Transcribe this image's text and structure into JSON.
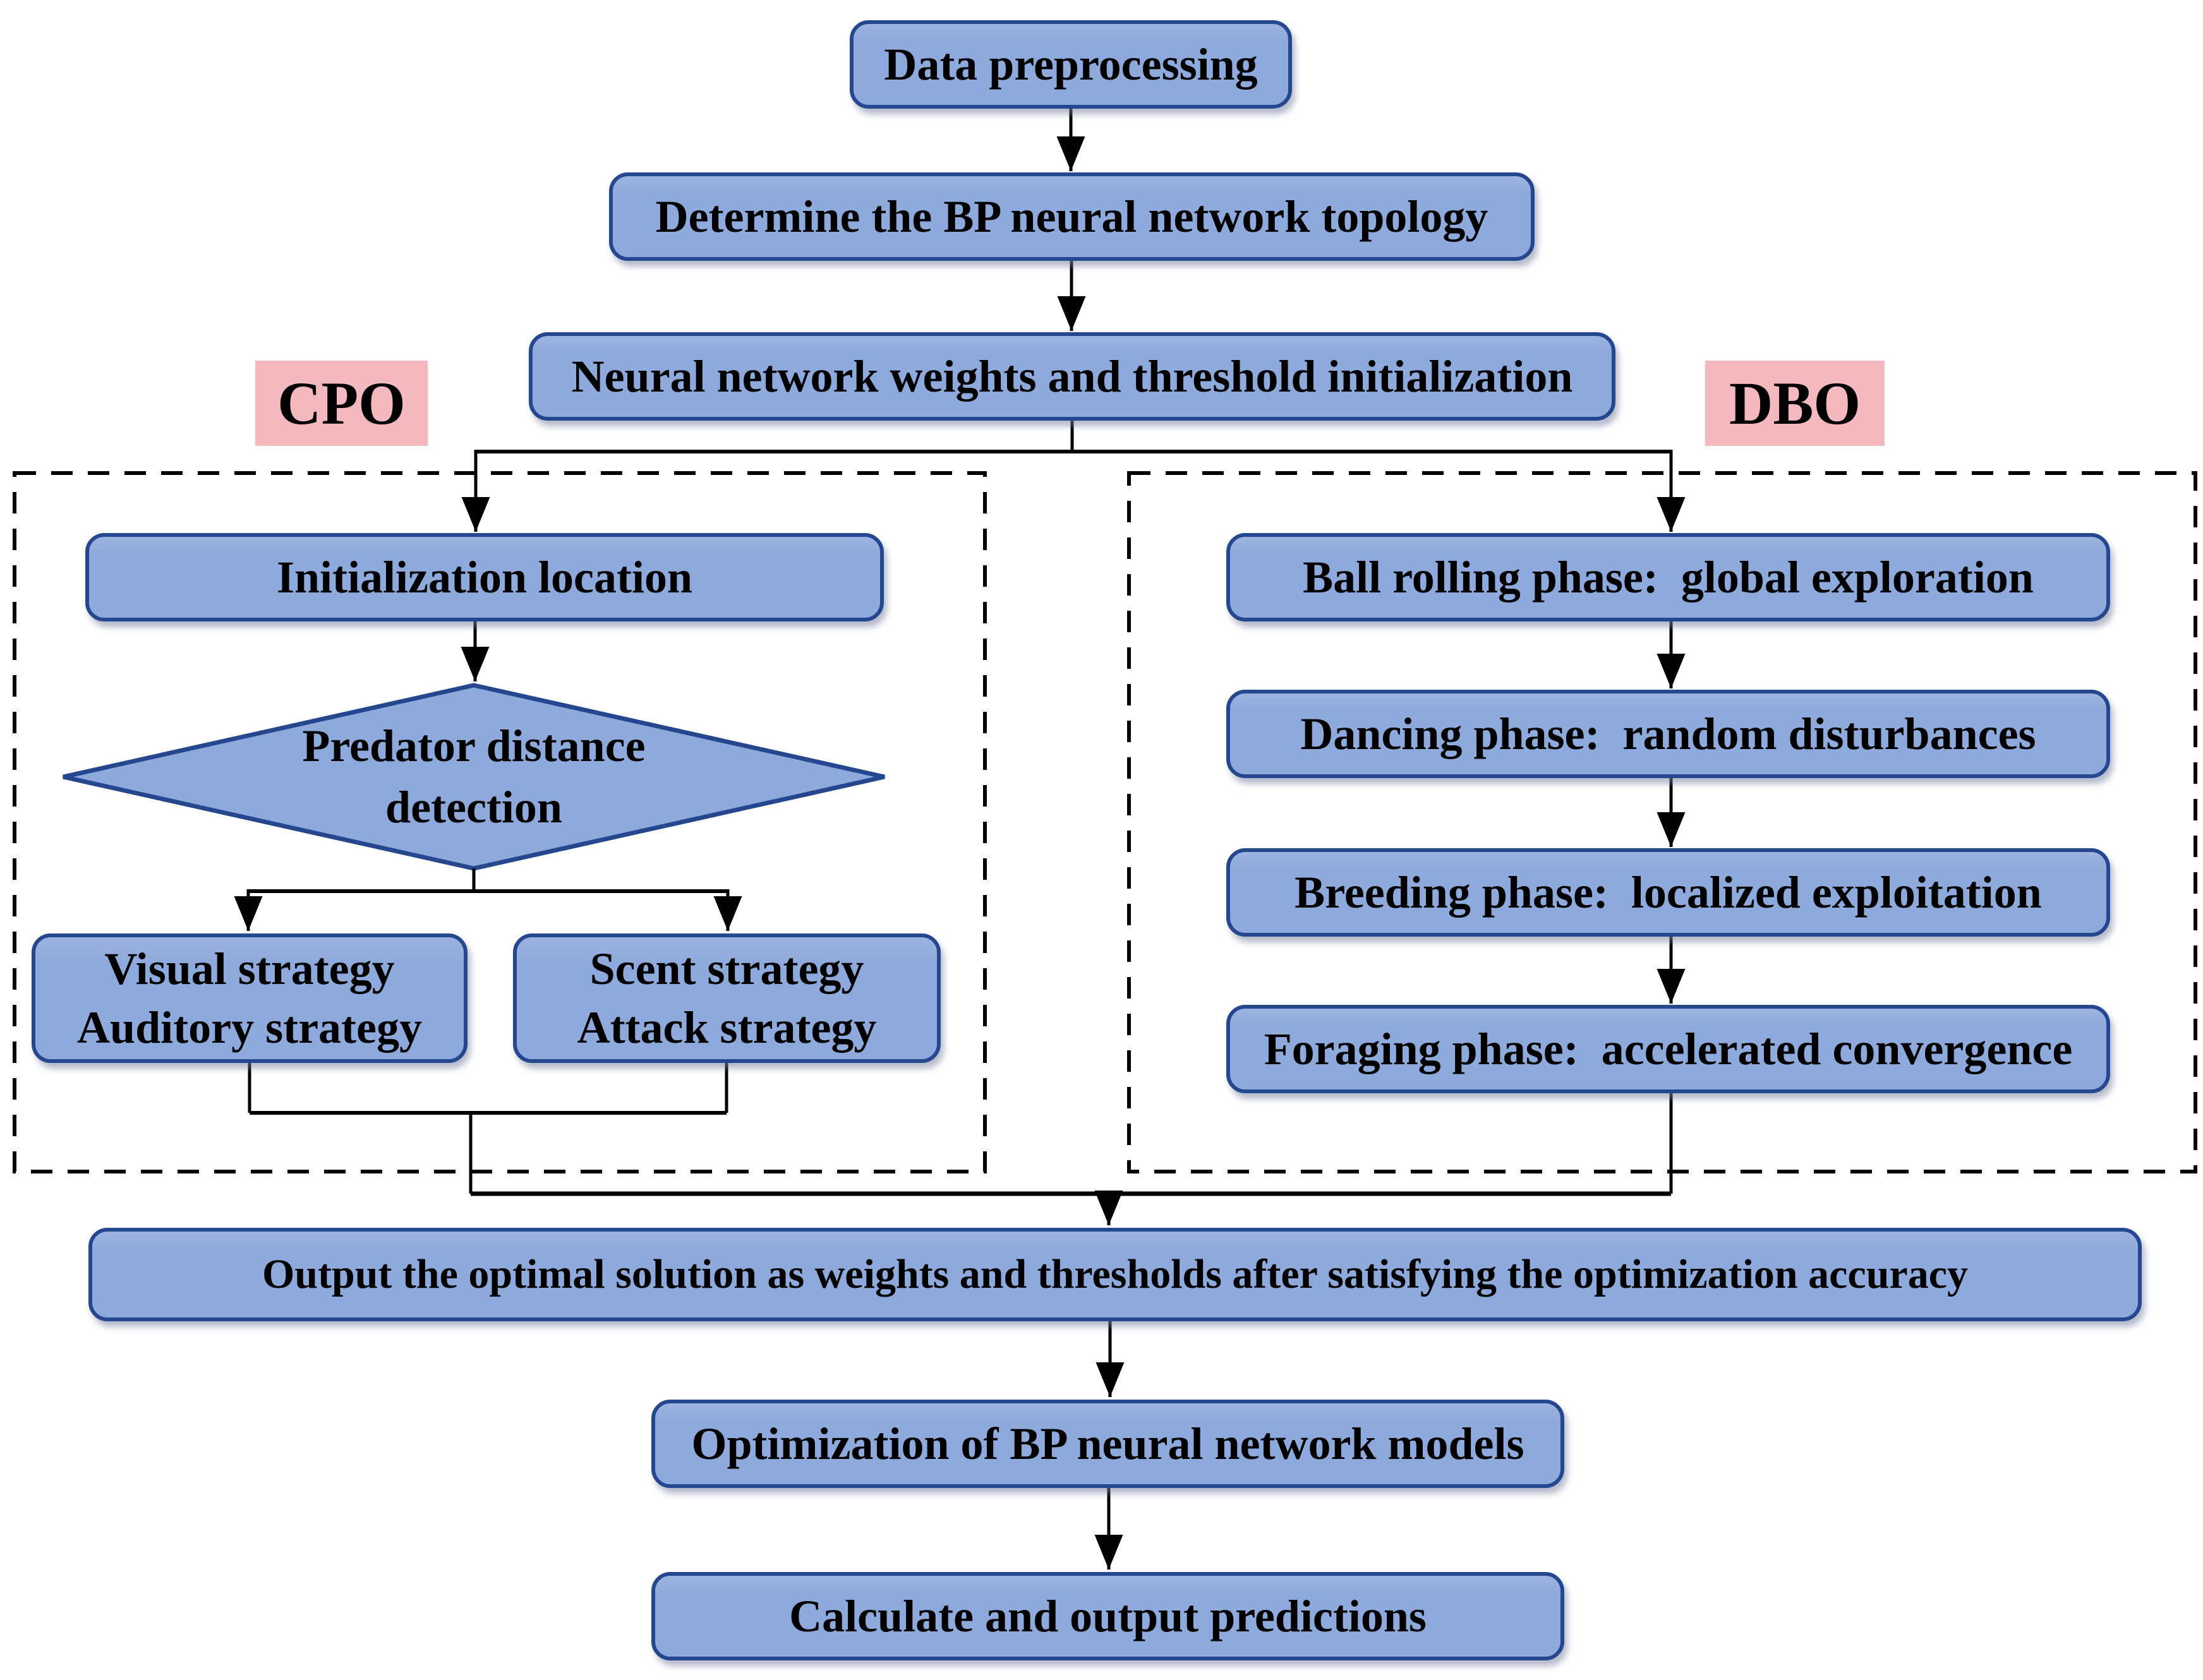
{
  "diagram": {
    "colors": {
      "node_fill": "#8ea9db",
      "node_border": "#24478f",
      "group_label_fill": "#f4b9be",
      "connector": "#000000",
      "background": "#ffffff"
    },
    "groups": {
      "cpo": {
        "label": "CPO"
      },
      "dbo": {
        "label": "DBO"
      }
    },
    "nodes": {
      "data_preprocessing": {
        "label": "Data preprocessing"
      },
      "determine_topology": {
        "label": "Determine the BP neural network topology"
      },
      "weights_threshold_init": {
        "label": "Neural network weights and threshold initialization"
      },
      "initialization_location": {
        "label": "Initialization location"
      },
      "predator_distance_detection": {
        "label": "Predator distance\ndetection"
      },
      "visual_auditory_strategy": {
        "label": "Visual strategy\nAuditory strategy"
      },
      "scent_attack_strategy": {
        "label": "Scent strategy\nAttack strategy"
      },
      "ball_rolling_phase": {
        "label": "Ball rolling phase:  global exploration"
      },
      "dancing_phase": {
        "label": "Dancing phase:  random disturbances"
      },
      "breeding_phase": {
        "label": "Breeding phase:  localized exploitation"
      },
      "foraging_phase": {
        "label": "Foraging phase:  accelerated convergence"
      },
      "output_optimal_solution": {
        "label": "Output the optimal solution as weights and thresholds after satisfying the optimization accuracy"
      },
      "optimize_bp_models": {
        "label": "Optimization of BP neural network models"
      },
      "calculate_output_predictions": {
        "label": "Calculate and output predictions"
      }
    }
  }
}
